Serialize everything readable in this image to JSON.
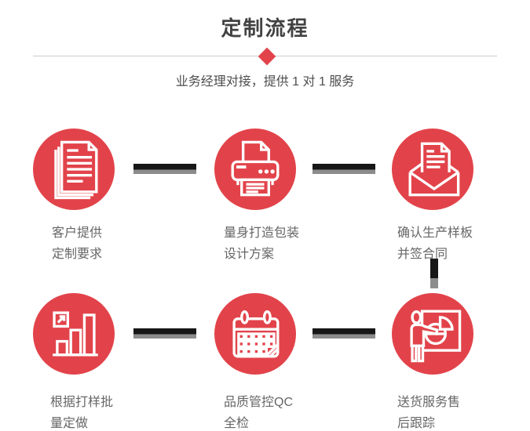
{
  "header": {
    "title": "定制流程",
    "subtitle": "业务经理对接，提供 1 对 1 服务"
  },
  "steps": [
    {
      "icon": "documents-icon",
      "label_line1": "客户提供",
      "label_line2": "定制要求"
    },
    {
      "icon": "printer-icon",
      "label_line1": "量身打造包装",
      "label_line2": "设计方案"
    },
    {
      "icon": "envelope-icon",
      "label_line1": "确认生产样板",
      "label_line2": "并签合同"
    },
    {
      "icon": "bar-chart-icon",
      "label_line1": "根据打样批",
      "label_line2": "量定做"
    },
    {
      "icon": "calendar-icon",
      "label_line1": "品质管控QC",
      "label_line2": "全检"
    },
    {
      "icon": "presentation-icon",
      "label_line1": "送货服务售",
      "label_line2": "后跟踪"
    }
  ],
  "colors": {
    "accent_red": "#e2434a",
    "title_text": "#424242",
    "subtitle_text": "#4d4d4d",
    "label_text": "#666666",
    "divider_line": "#cccccc",
    "connector_dark": "#171717",
    "connector_gray": "#8c8c8c",
    "icon_stroke": "#ffffff"
  }
}
